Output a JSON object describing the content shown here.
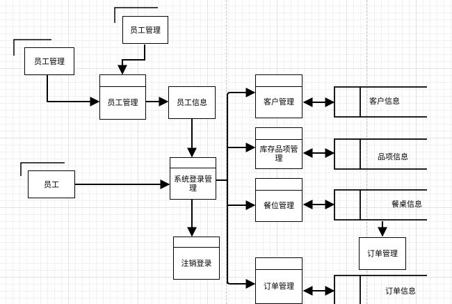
{
  "diagram": {
    "external_entities": [
      {
        "id": "e1",
        "label": "员工管理"
      },
      {
        "id": "e2",
        "label": "员工管理"
      },
      {
        "id": "e3",
        "label": "员工"
      }
    ],
    "processes": [
      {
        "id": "p1",
        "label": "员工管理"
      },
      {
        "id": "p2",
        "label": "员工信息"
      },
      {
        "id": "p3",
        "label": "系统登录管理"
      },
      {
        "id": "p4",
        "label": "注销登录"
      },
      {
        "id": "p5",
        "label": "客户管理"
      },
      {
        "id": "p6",
        "label": "库存品项管理"
      },
      {
        "id": "p7",
        "label": "餐位管理"
      },
      {
        "id": "p8",
        "label": "订单管理"
      },
      {
        "id": "p9",
        "label": "订单管理"
      }
    ],
    "data_stores": [
      {
        "id": "d1",
        "label": "客户信息"
      },
      {
        "id": "d2",
        "label": "品项信息"
      },
      {
        "id": "d3",
        "label": "餐桌信息"
      },
      {
        "id": "d4",
        "label": "订单信息"
      }
    ]
  }
}
